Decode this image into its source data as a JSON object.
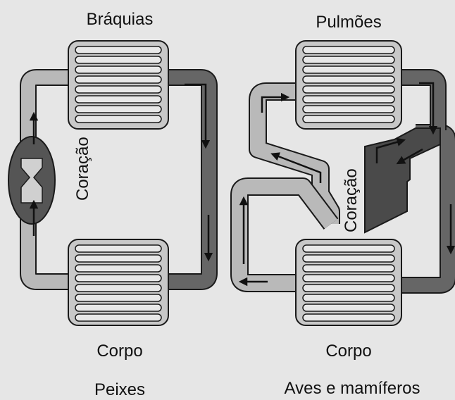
{
  "left": {
    "top_label": "Brá­quias",
    "heart_label": "Coração",
    "bottom_label": "Corpo",
    "caption": "Peixes"
  },
  "right": {
    "top_label": "Pulmões",
    "heart_label": "Coração",
    "bottom_label": "Corpo",
    "caption": "Aves e mamíferos"
  },
  "colors": {
    "background": "#e6e6e6",
    "oxygenated": "#b9b9b9",
    "deoxygenated": "#666666",
    "heart": "#555555",
    "outline": "#1a1a1a"
  }
}
